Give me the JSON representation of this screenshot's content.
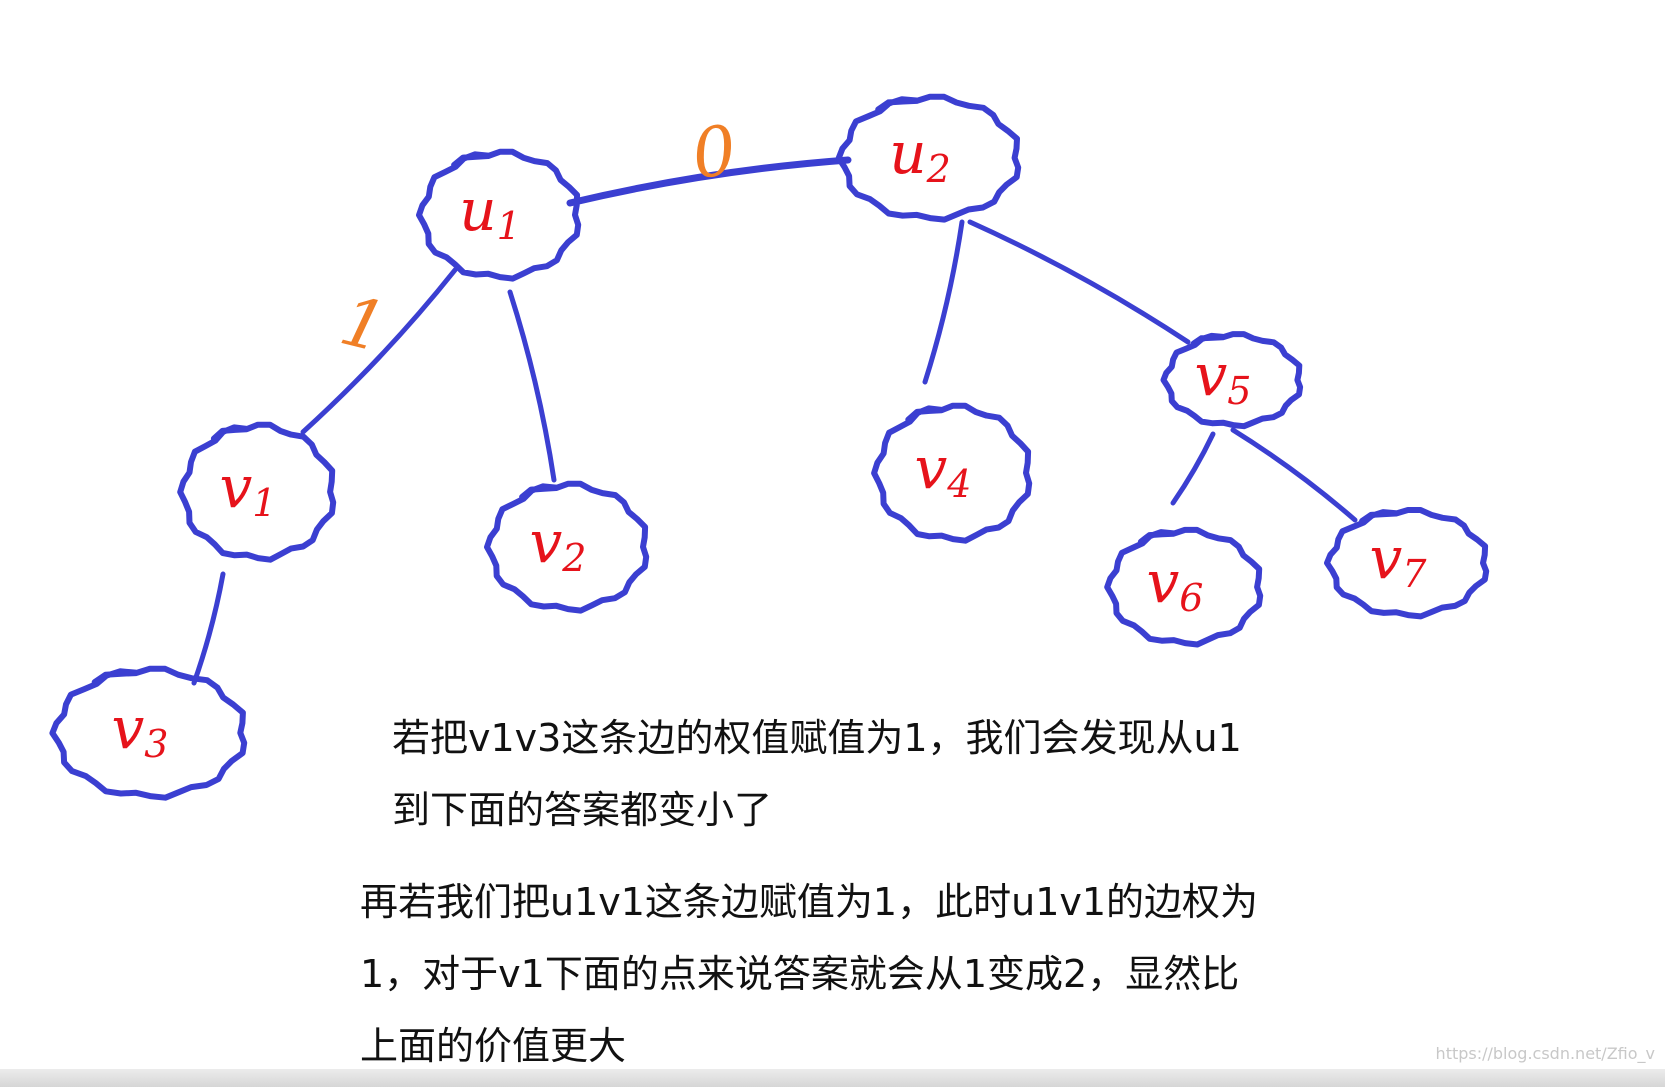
{
  "diagram": {
    "nodes": [
      {
        "id": "u1",
        "label": "u",
        "sub": "1"
      },
      {
        "id": "u2",
        "label": "u",
        "sub": "2"
      },
      {
        "id": "v1",
        "label": "v",
        "sub": "1"
      },
      {
        "id": "v2",
        "label": "v",
        "sub": "2"
      },
      {
        "id": "v3",
        "label": "v",
        "sub": "3"
      },
      {
        "id": "v4",
        "label": "v",
        "sub": "4"
      },
      {
        "id": "v5",
        "label": "v",
        "sub": "5"
      },
      {
        "id": "v6",
        "label": "v",
        "sub": "6"
      },
      {
        "id": "v7",
        "label": "v",
        "sub": "7"
      }
    ],
    "edges": [
      {
        "from": "u1",
        "to": "u2",
        "weight": "0"
      },
      {
        "from": "u1",
        "to": "v1",
        "weight": "1"
      },
      {
        "from": "u1",
        "to": "v2",
        "weight": ""
      },
      {
        "from": "v1",
        "to": "v3",
        "weight": ""
      },
      {
        "from": "u2",
        "to": "v4",
        "weight": ""
      },
      {
        "from": "u2",
        "to": "v5",
        "weight": ""
      },
      {
        "from": "v5",
        "to": "v6",
        "weight": ""
      },
      {
        "from": "v5",
        "to": "v7",
        "weight": ""
      }
    ],
    "colors": {
      "node_ring": "#3b3fd1",
      "node_label": "#e6131b",
      "weight": "#f07f26"
    }
  },
  "notes": {
    "first": "若把v1v3这条边的权值赋值为1，我们会发现从u1\n到下面的答案都变小了",
    "second": "再若我们把u1v1这条边赋值为1，此时u1v1的边权为\n1，对于v1下面的点来说答案就会从1变成2，显然比\n上面的价值更大"
  },
  "watermark": "https://blog.csdn.net/Zfio_v"
}
